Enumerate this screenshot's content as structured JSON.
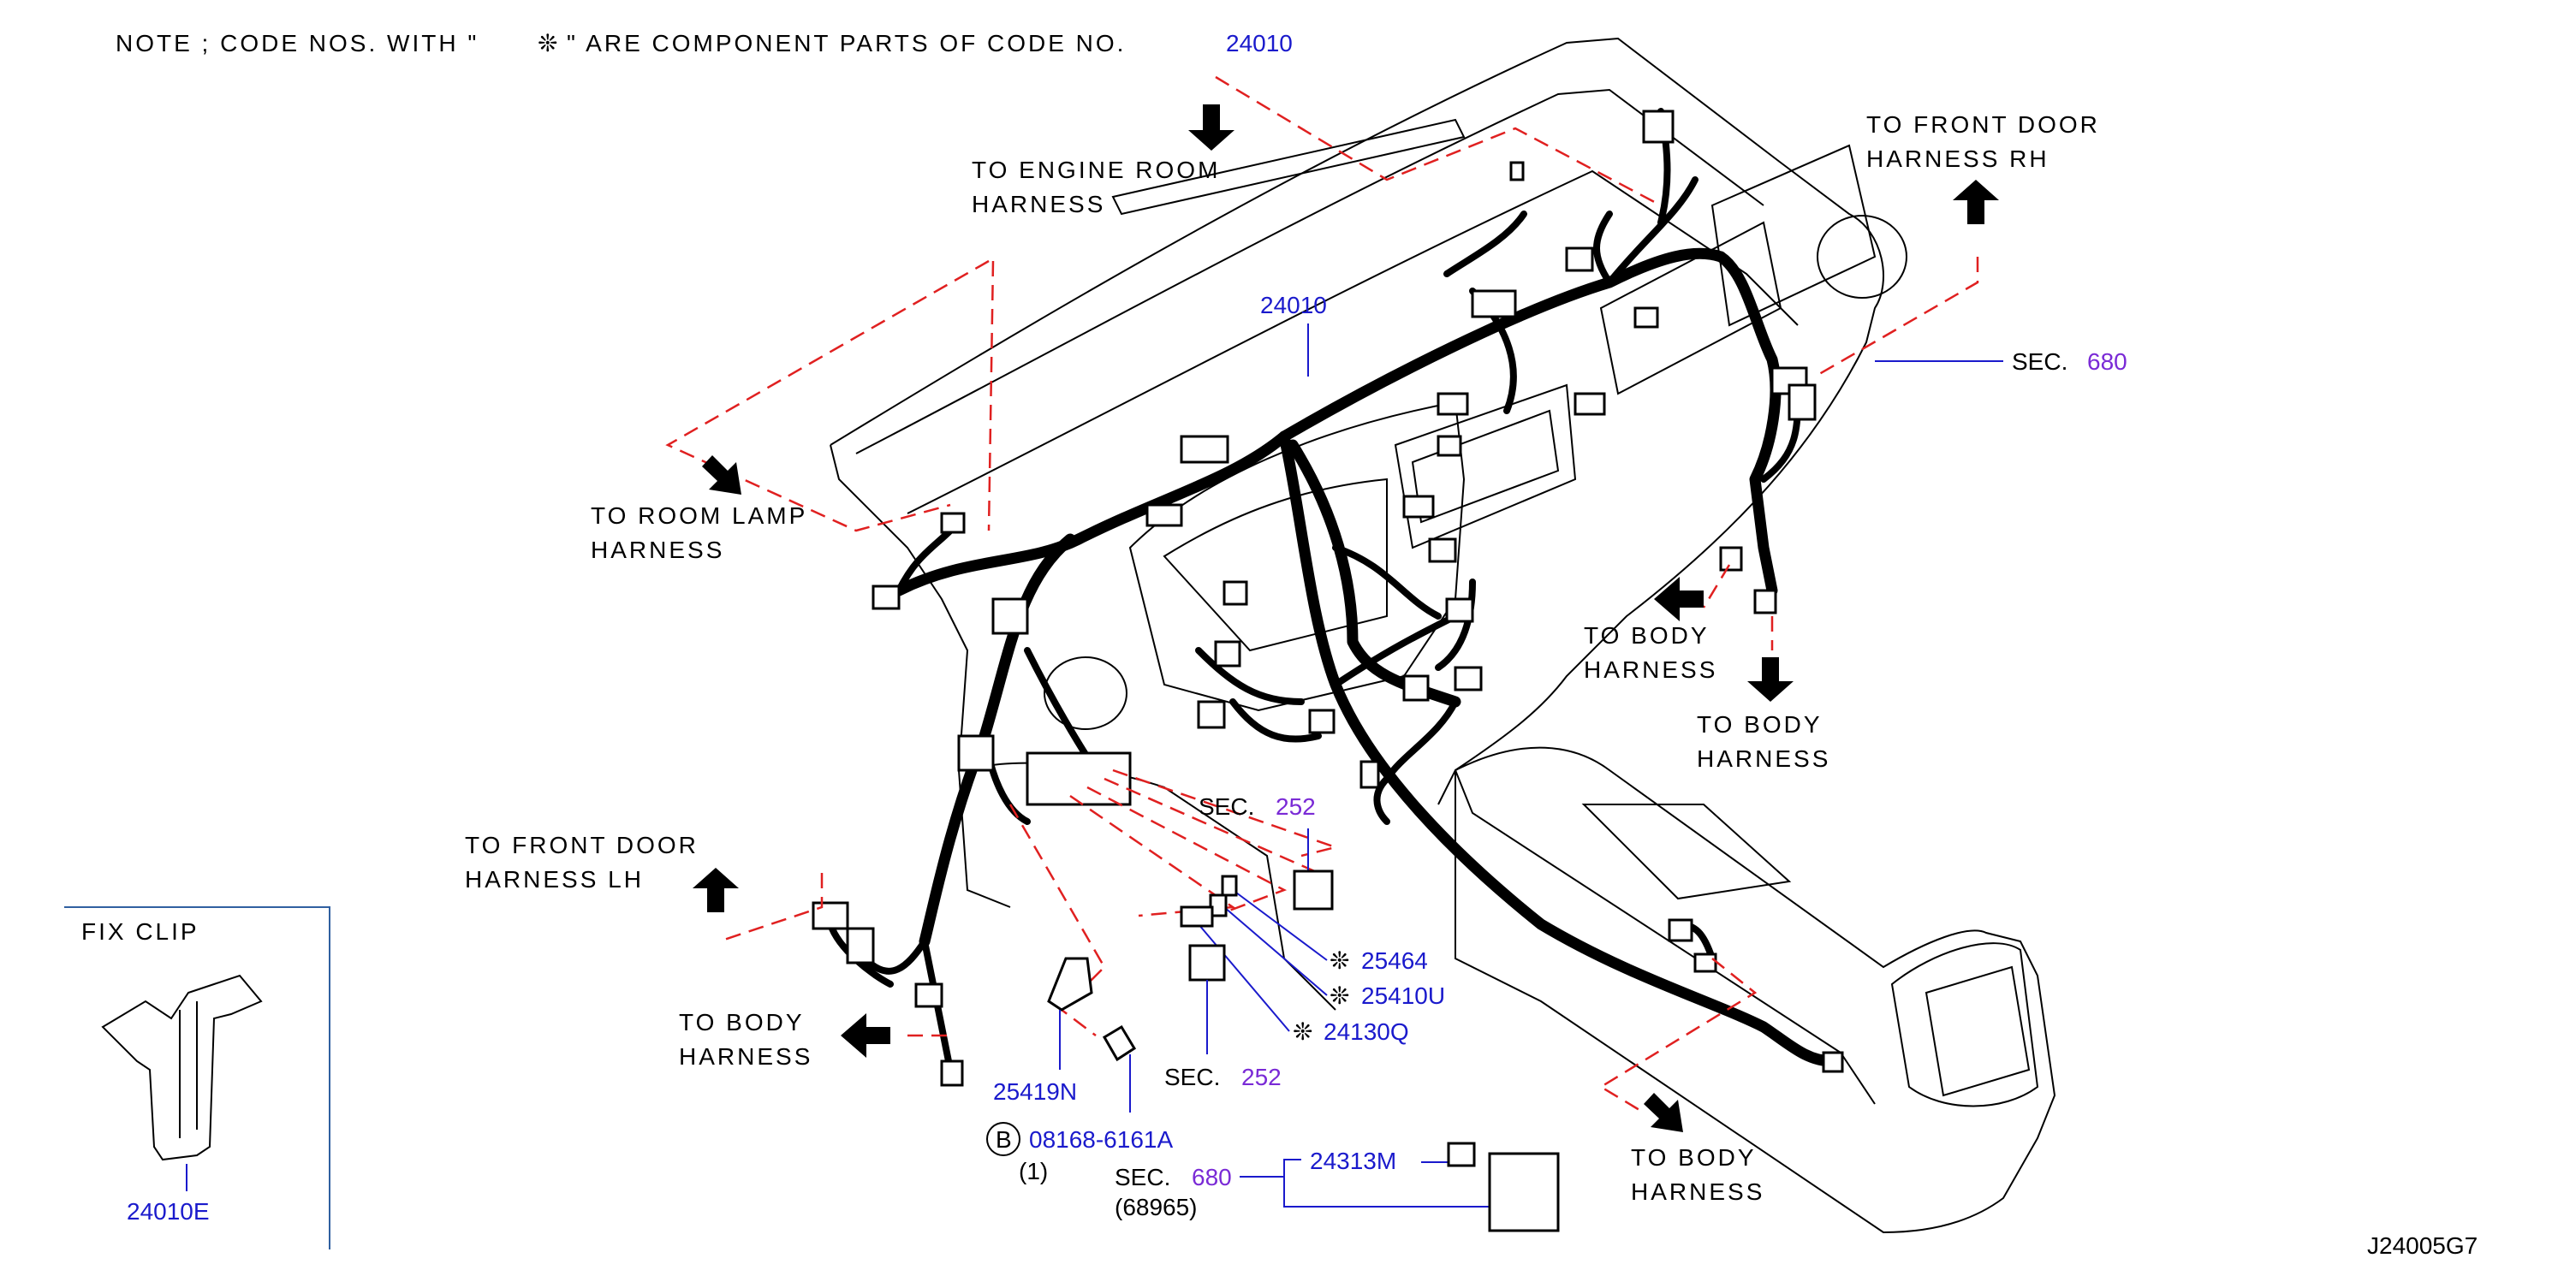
{
  "note": {
    "prefix": "NOTE ; CODE NOS. WITH \"",
    "symbol": "❊",
    "suffix": "\" ARE COMPONENT PARTS OF CODE NO.",
    "code": "24010"
  },
  "directions": {
    "engine_room": [
      "TO ENGINE ROOM",
      "HARNESS"
    ],
    "room_lamp": [
      "TO ROOM LAMP",
      "HARNESS"
    ],
    "front_door_rh": [
      "TO FRONT DOOR",
      "HARNESS RH"
    ],
    "front_door_lh": [
      "TO FRONT DOOR",
      "HARNESS LH"
    ],
    "body_1": [
      "TO BODY",
      "HARNESS"
    ],
    "body_2": [
      "TO BODY",
      "HARNESS"
    ],
    "body_3": [
      "TO BODY",
      "HARNESS"
    ],
    "body_4": [
      "TO BODY",
      "HARNESS"
    ]
  },
  "parts": {
    "main_harness": "24010",
    "sec_prefix": "SEC.",
    "sec_680_top": "680",
    "sec_252_upper": "252",
    "sec_252_lower": "252",
    "sec_680_bottom": "680",
    "sec_680_bottom_sub": "(68965)",
    "p25464": "25464",
    "p25410u": "25410U",
    "p24130q": "24130Q",
    "p25419n": "25419N",
    "bolt_circle": "B",
    "bolt": "08168-6161A",
    "bolt_qty": "(1)",
    "p24313m": "24313M",
    "component_symbol": "❊"
  },
  "fix_clip": {
    "title": "FIX CLIP",
    "code": "24010E"
  },
  "figure_id": "J24005G7",
  "colors": {
    "part_code": "#1a1acc",
    "section_ref": "#7a2ad6",
    "dashed_guide": "#e02020",
    "ink": "#000000"
  }
}
